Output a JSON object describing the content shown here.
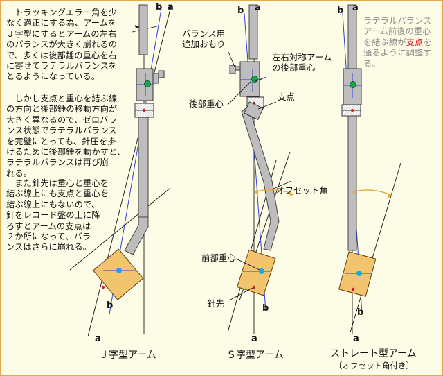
{
  "text": {
    "left_paragraph_1": "　トラッキングエラー角を少\nなく適正にする為、アームを\nＪ字型にするとアームの左右\nのバランスが大きく崩れるの\nで、多くは後部錘の重心を右\nに寄せてラテラルバランスを\nとるようになっている。",
    "left_paragraph_2": "　しかし支点と重心を結ぶ線\nの方向と後部錘の移動方向が\n大きく異なるので、ゼロバラ\nンス状態でラテラルバランス\nを完璧にとっても、針圧を掛\nけるために後部錘を動かすと、\nラテラルバランスは再び崩\nれる。",
    "left_paragraph_3": "　また針先は重心と重心を\n結ぶ線上にも支点と重心を\n結ぶ線上にもないので、\n針をレコード盤の上に降\nろすとアームの支点は\n２か所になって、バラ\nンスはさらに崩れる。",
    "right_note_before": "ラテラルバランス\nアーム前後の重心\nを結ぶ線が",
    "right_note_highlight": "支点",
    "right_note_after": "を\n通るように調整す\nる。"
  },
  "axis_labels": {
    "a": "a",
    "b": "b"
  },
  "labels": {
    "balance_weight_1": "バランス用",
    "balance_weight_2": "追加おもり",
    "symmetric_cog_1": "左右対称アーム",
    "symmetric_cog_2": "の後部重心",
    "pivot": "支点",
    "rear_cog": "後部重心",
    "offset_angle": "オフセット角",
    "front_cog": "前部重心",
    "stylus": "針先"
  },
  "captions": {
    "j_arm": "Ｊ字型アーム",
    "s_arm": "Ｓ字型アーム",
    "straight_arm": "ストレート型アーム",
    "straight_arm_sub": "〔オフセット角付き〕"
  },
  "colors": {
    "background": "#fdfce6",
    "frame": "#e9a64a",
    "cog_line": "#2f3fd8",
    "rear_cog": "#18a84a",
    "front_cog": "#1da6e5",
    "pivot": "#d02020",
    "cartridge": "#f2c46e",
    "offset_arc": "#e8a83c",
    "highlight_text": "#e0152a"
  }
}
